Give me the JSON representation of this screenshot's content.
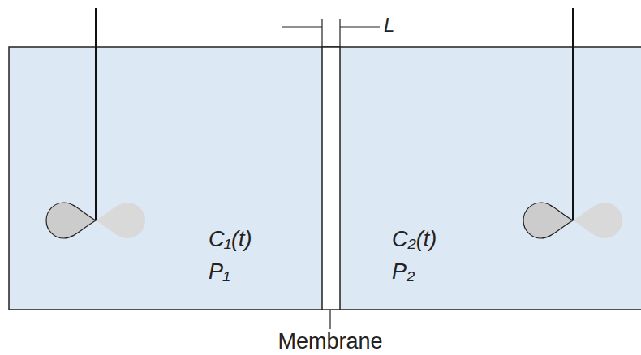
{
  "diagram": {
    "nodes": [
      {
        "text": [
          "C₁(t)",
          "P₁"
        ]
      },
      {
        "text": [
          "C₂(t)",
          "P₂"
        ]
      }
    ],
    "labels": [
      "L",
      "Membrane"
    ]
  }
}
